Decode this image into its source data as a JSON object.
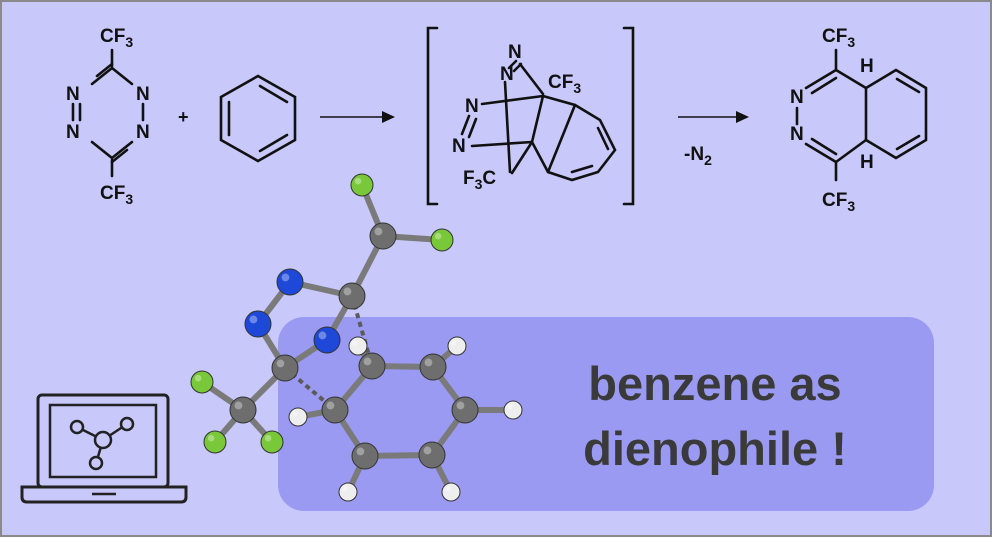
{
  "colors": {
    "background": "#c8c8fa",
    "banner": "#9a9af2",
    "border": "#8a8a8a",
    "carbon": "#6e6e6e",
    "nitrogen": "#1e48d8",
    "fluorine": "#78c83a",
    "hydrogen": "#eeeeee"
  },
  "scheme": {
    "tetrazine": {
      "top_group": "CF3",
      "bottom_group": "CF3",
      "n_atom": "N"
    },
    "plus": "+",
    "intermediate": {
      "top_group": "CF3",
      "left_group": "F3C",
      "n_atom": "N"
    },
    "step_label": "-N2",
    "product": {
      "top_group": "CF3",
      "bottom_group": "CF3",
      "h_atom": "H",
      "n_atom": "N"
    }
  },
  "banner": {
    "line1": "benzene as",
    "line2": "dienophile !"
  },
  "icons": [
    "laptop-icon",
    "molecule-graph-icon"
  ]
}
